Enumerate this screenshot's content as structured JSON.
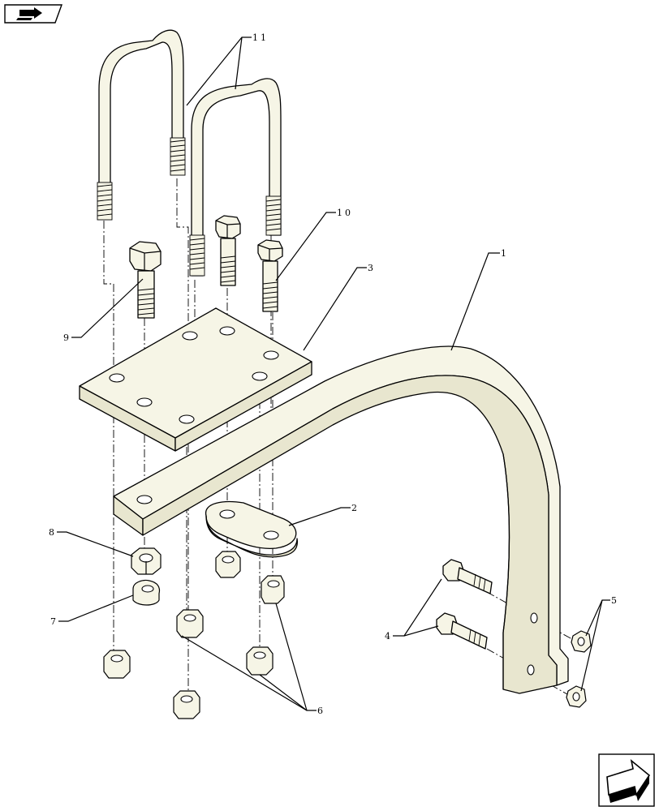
{
  "callouts": [
    {
      "id": "c1",
      "label": "1"
    },
    {
      "id": "c2",
      "label": "2"
    },
    {
      "id": "c3",
      "label": "3"
    },
    {
      "id": "c4",
      "label": "4"
    },
    {
      "id": "c5",
      "label": "5"
    },
    {
      "id": "c6",
      "label": "6"
    },
    {
      "id": "c7",
      "label": "7"
    },
    {
      "id": "c8",
      "label": "8"
    },
    {
      "id": "c9",
      "label": "9"
    },
    {
      "id": "c10",
      "label": "10"
    },
    {
      "id": "c11",
      "label": "11"
    }
  ],
  "icons": {
    "top_left": "book-arrow-icon",
    "bottom_right": "next-page-arrow-icon"
  }
}
